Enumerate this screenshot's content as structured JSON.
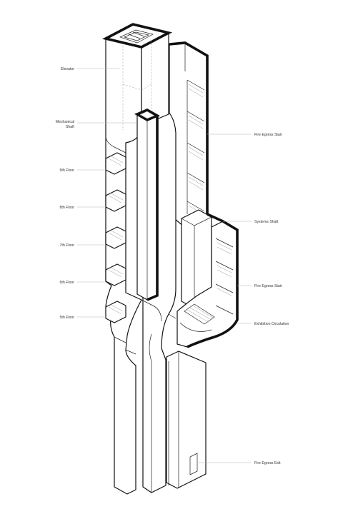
{
  "labels": {
    "elevator": "Elevator",
    "mechanical_shaft_1": "Mechanical",
    "mechanical_shaft_2": "Shaft",
    "floor_9": "9th Floor",
    "floor_8": "8th Floor",
    "floor_7": "7th Floor",
    "floor_6": "6th Floor",
    "floor_5": "5th Floor",
    "fire_egress_stair_upper": "Fire Egress Stair",
    "systems_shaft": "Systems Shaft",
    "fire_egress_stair_lower": "Fire Egress Stair",
    "exhibition_circulation": "Exhibition Circulation",
    "fire_egress_exit": "Fire Egress Exit"
  },
  "colors": {
    "line": "#111111",
    "leader": "#b5b5b5",
    "text": "#333333",
    "background": "#ffffff"
  }
}
